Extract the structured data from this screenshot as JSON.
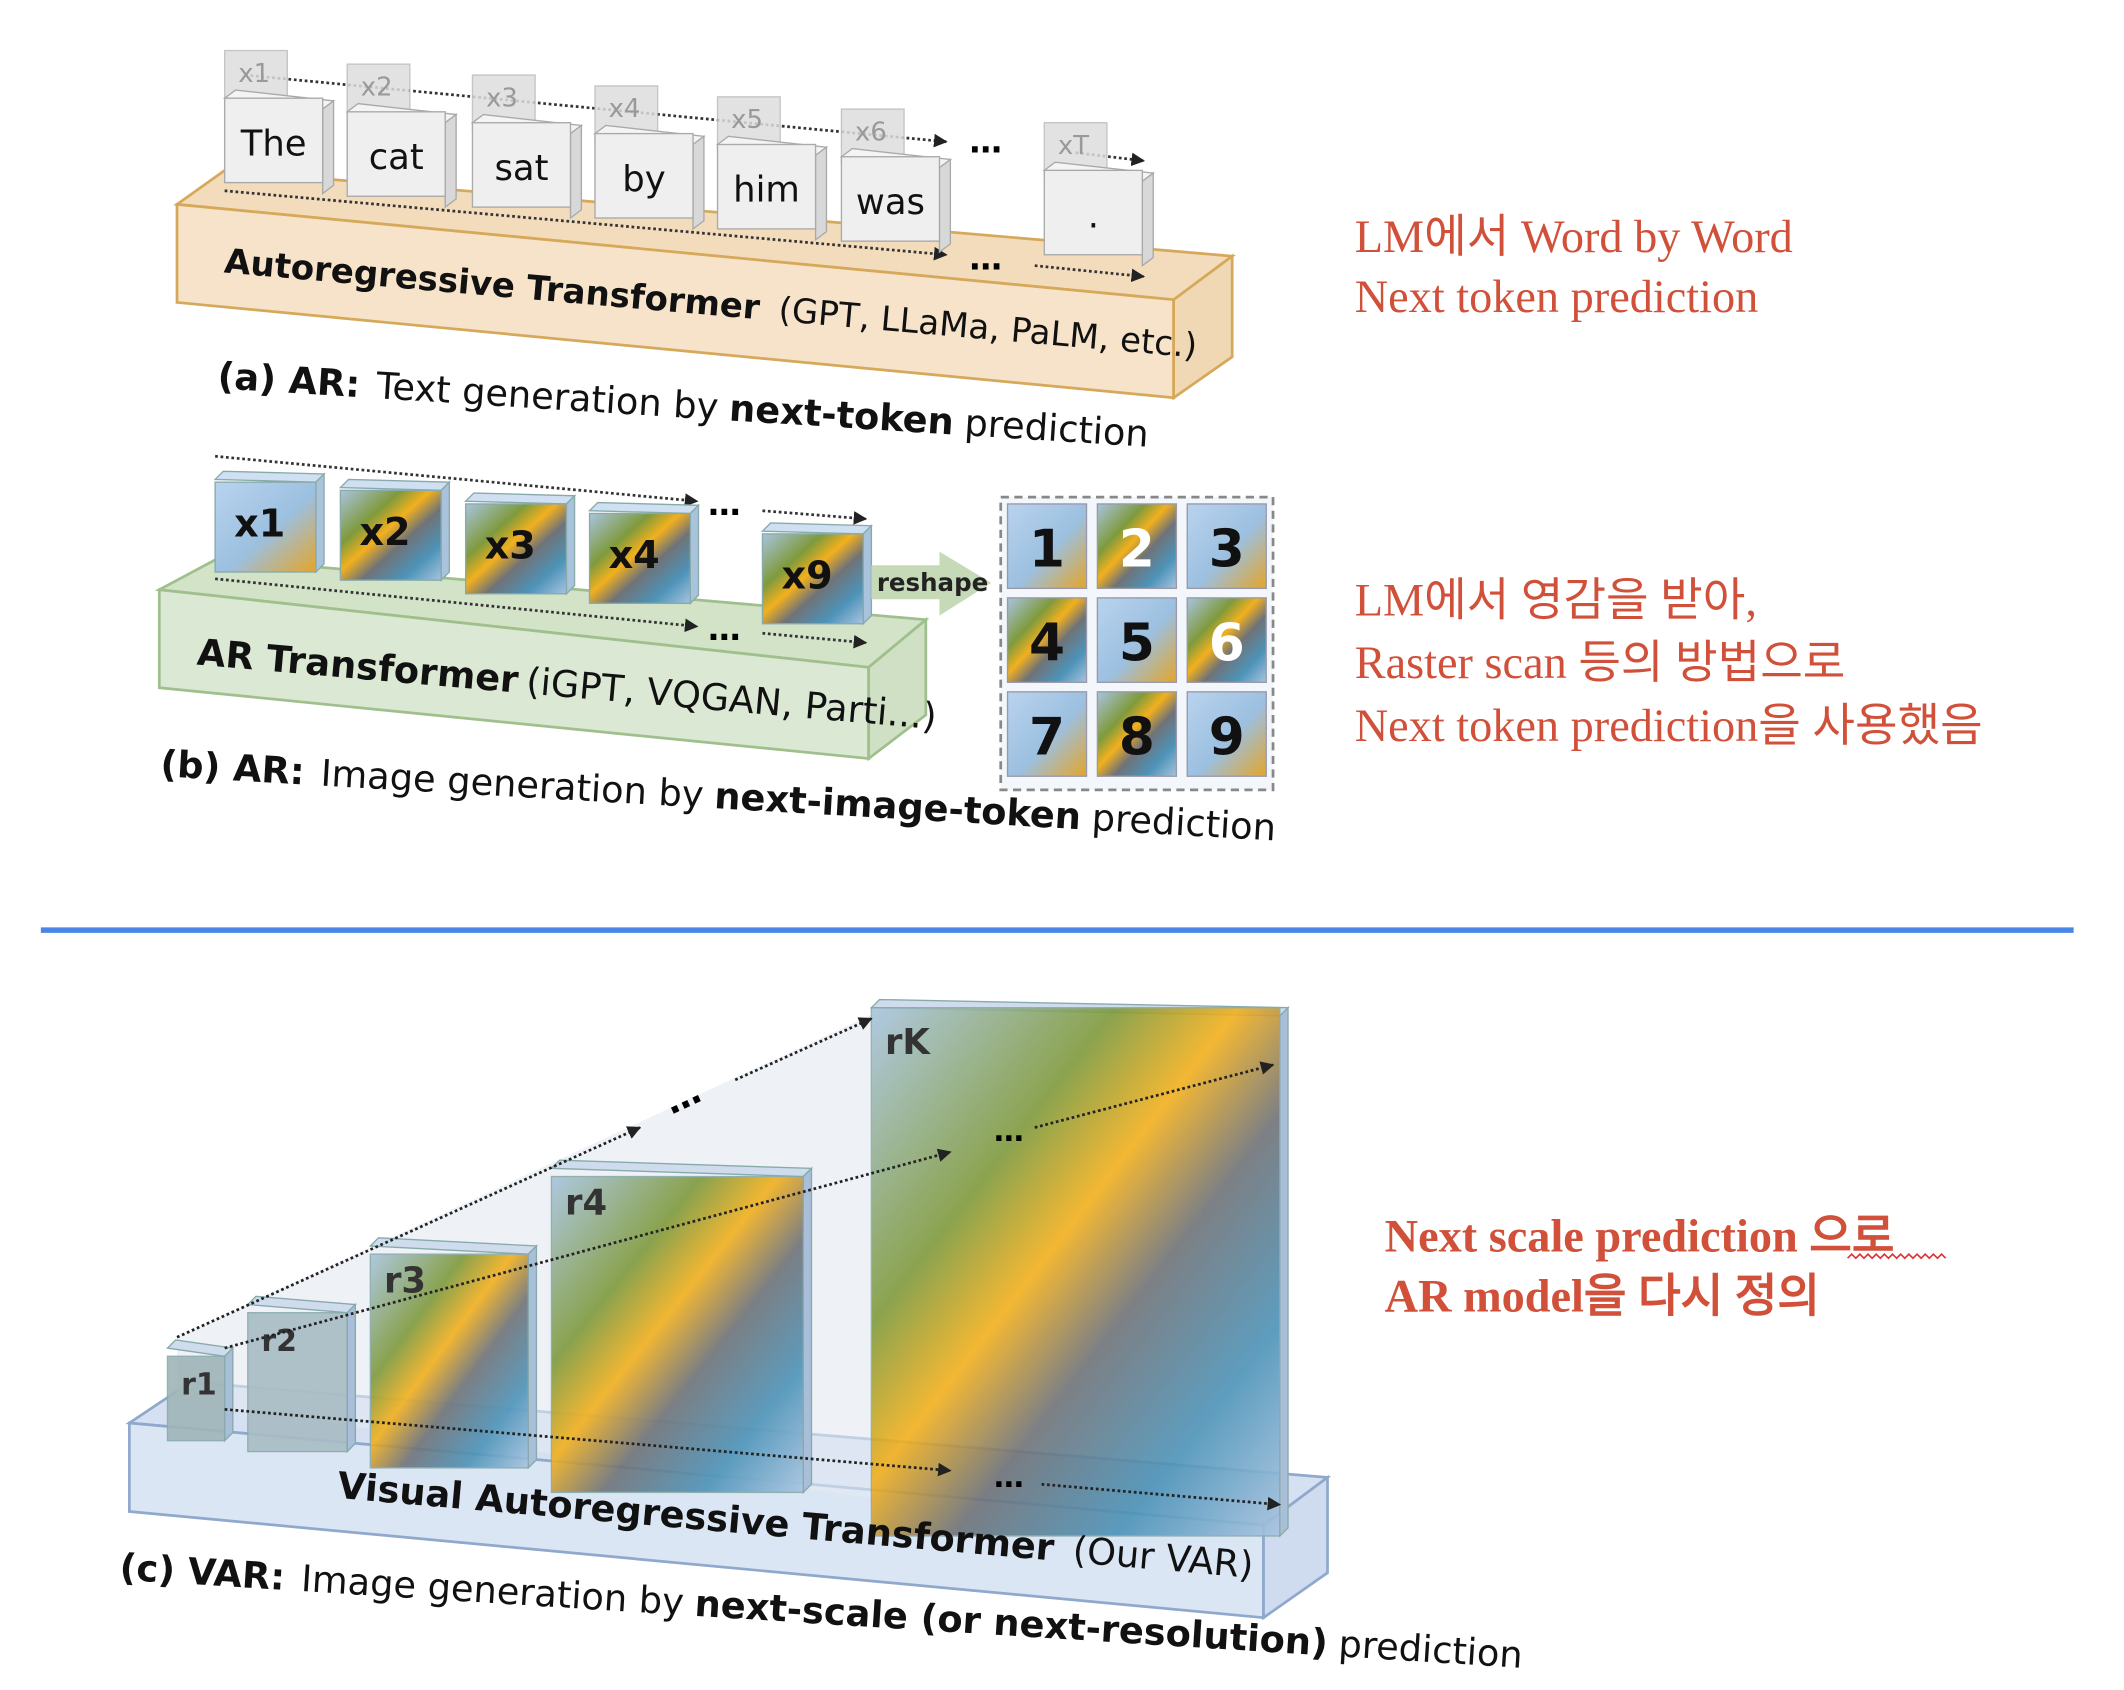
{
  "panel_a": {
    "tokens": [
      "The",
      "cat",
      "sat",
      "by",
      "him",
      "was",
      "."
    ],
    "token_labels": [
      "x1",
      "x2",
      "x3",
      "x4",
      "x5",
      "x6",
      "xT"
    ],
    "ellipsis": "…",
    "box_title": "Autoregressive Transformer",
    "box_models": "(GPT, LLaMa, PaLM, etc.)",
    "caption_prefix": "(a) AR:",
    "caption_text": "Text generation by",
    "caption_bold": "next-token",
    "caption_end": "prediction"
  },
  "panel_b": {
    "token_labels": [
      "x1",
      "x2",
      "x3",
      "x4",
      "x9"
    ],
    "reshape_label": "reshape",
    "grid_numbers": [
      "1",
      "2",
      "3",
      "4",
      "5",
      "6",
      "7",
      "8",
      "9"
    ],
    "box_title": "AR Transformer",
    "box_models": "(iGPT, VQGAN, Parti...)",
    "caption_prefix": "(b) AR:",
    "caption_text": "Image generation by",
    "caption_bold": "next-image-token",
    "caption_end": "prediction"
  },
  "panel_c": {
    "scale_labels": [
      "r1",
      "r2",
      "r3",
      "r4",
      "rK"
    ],
    "box_title": "Visual Autoregressive Transformer",
    "box_models": "(Our VAR)",
    "caption_prefix": "(c) VAR:",
    "caption_text": "Image generation by",
    "caption_bold": "next-scale (or next-resolution)",
    "caption_end": "prediction"
  },
  "notes": {
    "a_line1": "LM에서 Word by Word",
    "a_line2": "Next token prediction",
    "b_line1": "LM에서 영감을 받아,",
    "b_line2": "Raster scan 등의 방법으로",
    "b_line3": "Next token prediction을 사용했음",
    "c_line1": "Next scale prediction 으로",
    "c_line2": "AR model을 다시 정의"
  },
  "colors": {
    "note": "#d1503a",
    "divider": "#4a86e8",
    "orange": "#f6e3c9",
    "green": "#dbe8d3",
    "blue": "#dbe6f5"
  }
}
